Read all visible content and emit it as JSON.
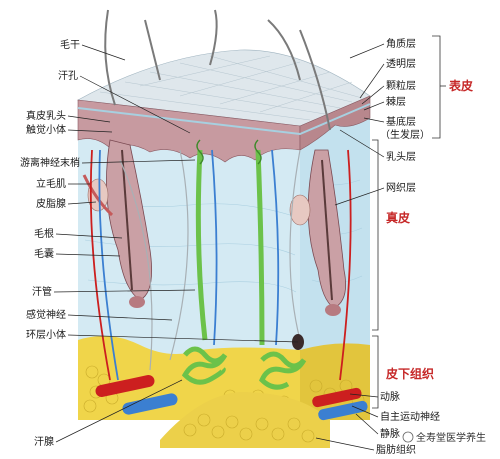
{
  "diagram": {
    "left_labels": [
      {
        "id": "hair-shaft",
        "text": "毛干"
      },
      {
        "id": "sweat-pore",
        "text": "汗孔"
      },
      {
        "id": "dermal-papilla",
        "text": "真皮乳头"
      },
      {
        "id": "tactile-corpuscle",
        "text": "触觉小体"
      },
      {
        "id": "free-nerve-endings",
        "text": "游离神经末梢"
      },
      {
        "id": "arrector-pili",
        "text": "立毛肌"
      },
      {
        "id": "sebaceous-gland",
        "text": "皮脂腺"
      },
      {
        "id": "hair-root",
        "text": "毛根"
      },
      {
        "id": "hair-follicle",
        "text": "毛囊"
      },
      {
        "id": "sweat-duct",
        "text": "汗管"
      },
      {
        "id": "sensory-nerve",
        "text": "感觉神经"
      },
      {
        "id": "lamellar-corpuscle",
        "text": "环层小体"
      },
      {
        "id": "sweat-gland",
        "text": "汗腺"
      }
    ],
    "right_labels": [
      {
        "id": "stratum-corneum",
        "text": "角质层"
      },
      {
        "id": "stratum-lucidum",
        "text": "透明层"
      },
      {
        "id": "stratum-granulosum",
        "text": "颗粒层"
      },
      {
        "id": "stratum-spinosum",
        "text": "棘层"
      },
      {
        "id": "stratum-basale",
        "text": "基底层"
      },
      {
        "id": "germinal-layer",
        "text": "（生发层）"
      },
      {
        "id": "papillary-layer",
        "text": "乳头层"
      },
      {
        "id": "reticular-layer",
        "text": "网织层"
      },
      {
        "id": "artery",
        "text": "动脉"
      },
      {
        "id": "autonomic-nerve",
        "text": "自主运动神经"
      },
      {
        "id": "vein",
        "text": "静脉"
      },
      {
        "id": "fat-tissue",
        "text": "脂肪组织"
      }
    ],
    "group_labels": [
      {
        "id": "epidermis",
        "text": "表皮"
      },
      {
        "id": "dermis",
        "text": "真皮"
      },
      {
        "id": "subcutaneous",
        "text": "皮下组织"
      }
    ],
    "watermark": "全寿堂医学养生",
    "colors": {
      "group_label": "#c62828",
      "dermis": "#d6ecf4",
      "epidermis": "#c79aa0",
      "fat": "#f0d54a",
      "artery": "#cc1f1f",
      "vein": "#3b7fd1",
      "nerve": "#8bd14a",
      "gland": "#6cc24a"
    }
  }
}
